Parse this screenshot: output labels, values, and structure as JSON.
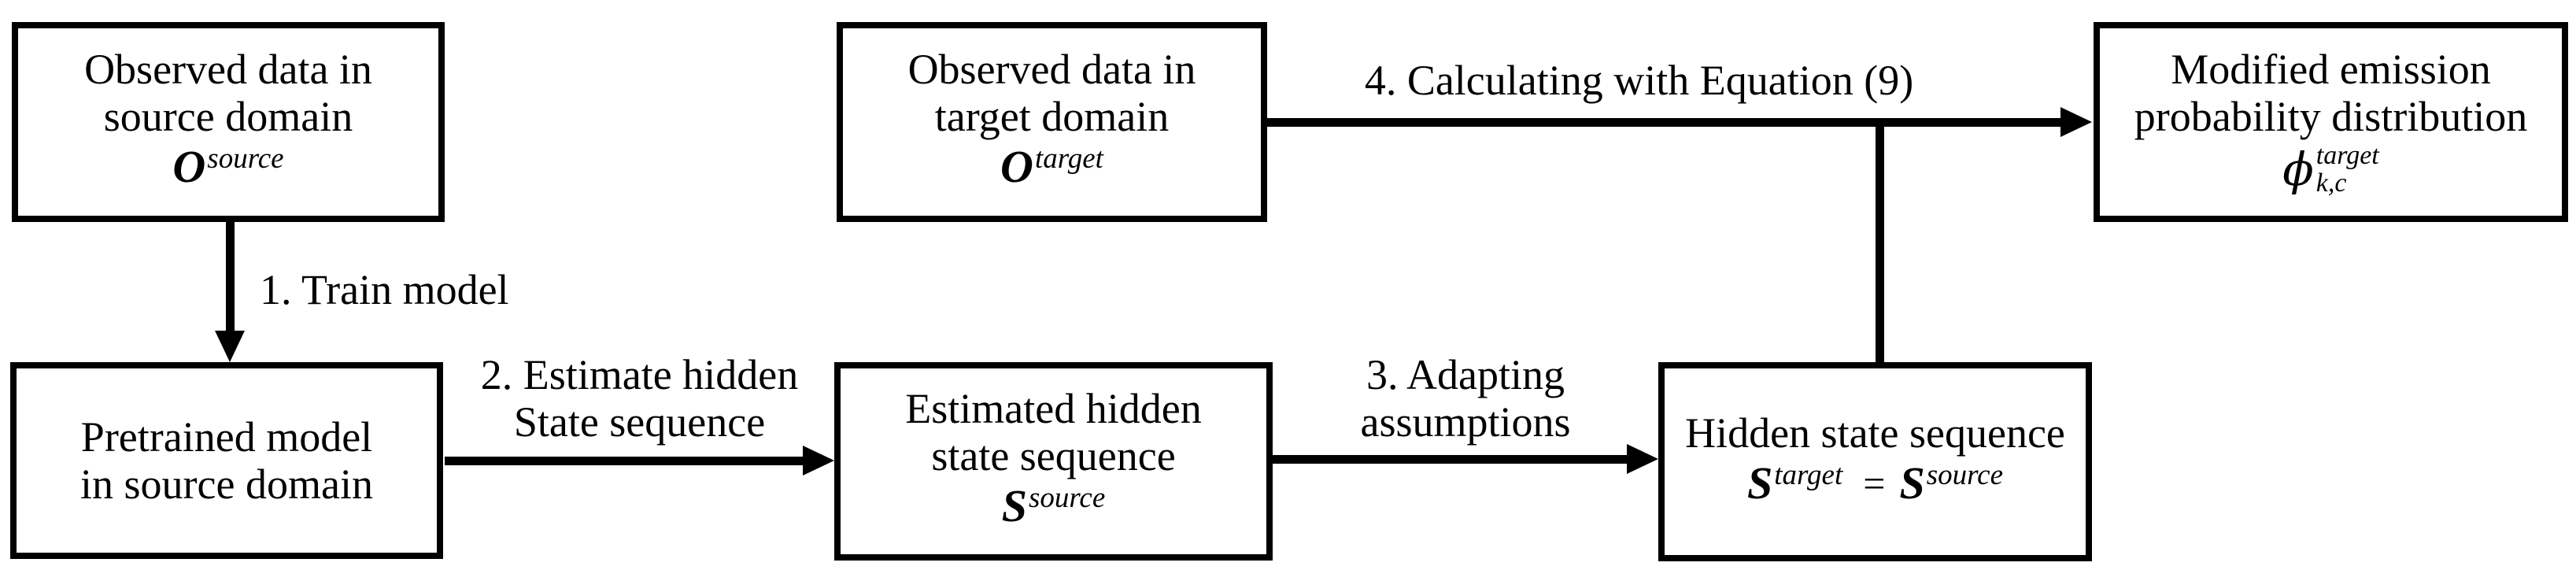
{
  "canvas": {
    "background_color": "#ffffff",
    "line_color": "#000000"
  },
  "boxes": {
    "observed_source": {
      "line1": "Observed data in",
      "line2": "source domain",
      "math": {
        "base": "O",
        "sup": "source"
      }
    },
    "observed_target": {
      "line1": "Observed data in",
      "line2": "target domain",
      "math": {
        "base": "O",
        "sup": "target"
      }
    },
    "modified_emission": {
      "line1": "Modified emission",
      "line2": "probability distribution",
      "math": {
        "base": "ϕ",
        "sup": "target",
        "sub": "k,c"
      }
    },
    "pretrained_model": {
      "line1": "Pretrained model",
      "line2": "in source domain"
    },
    "estimated_hidden": {
      "line1": "Estimated hidden",
      "line2": "state sequence",
      "math": {
        "base": "S",
        "sup": "source"
      }
    },
    "hidden_state": {
      "line1": "Hidden state sequence",
      "math": {
        "base1": "S",
        "sup1": "target",
        "equals": "=",
        "base2": "S",
        "sup2": "source"
      }
    }
  },
  "arrows": {
    "train_model": {
      "label": "1. Train model"
    },
    "estimate_hidden": {
      "label_line1": "2. Estimate hidden",
      "label_line2": "State sequence"
    },
    "adapting": {
      "label_line1": "3. Adapting",
      "label_line2": "assumptions"
    },
    "calculating": {
      "label": "4. Calculating with Equation (9)"
    }
  }
}
